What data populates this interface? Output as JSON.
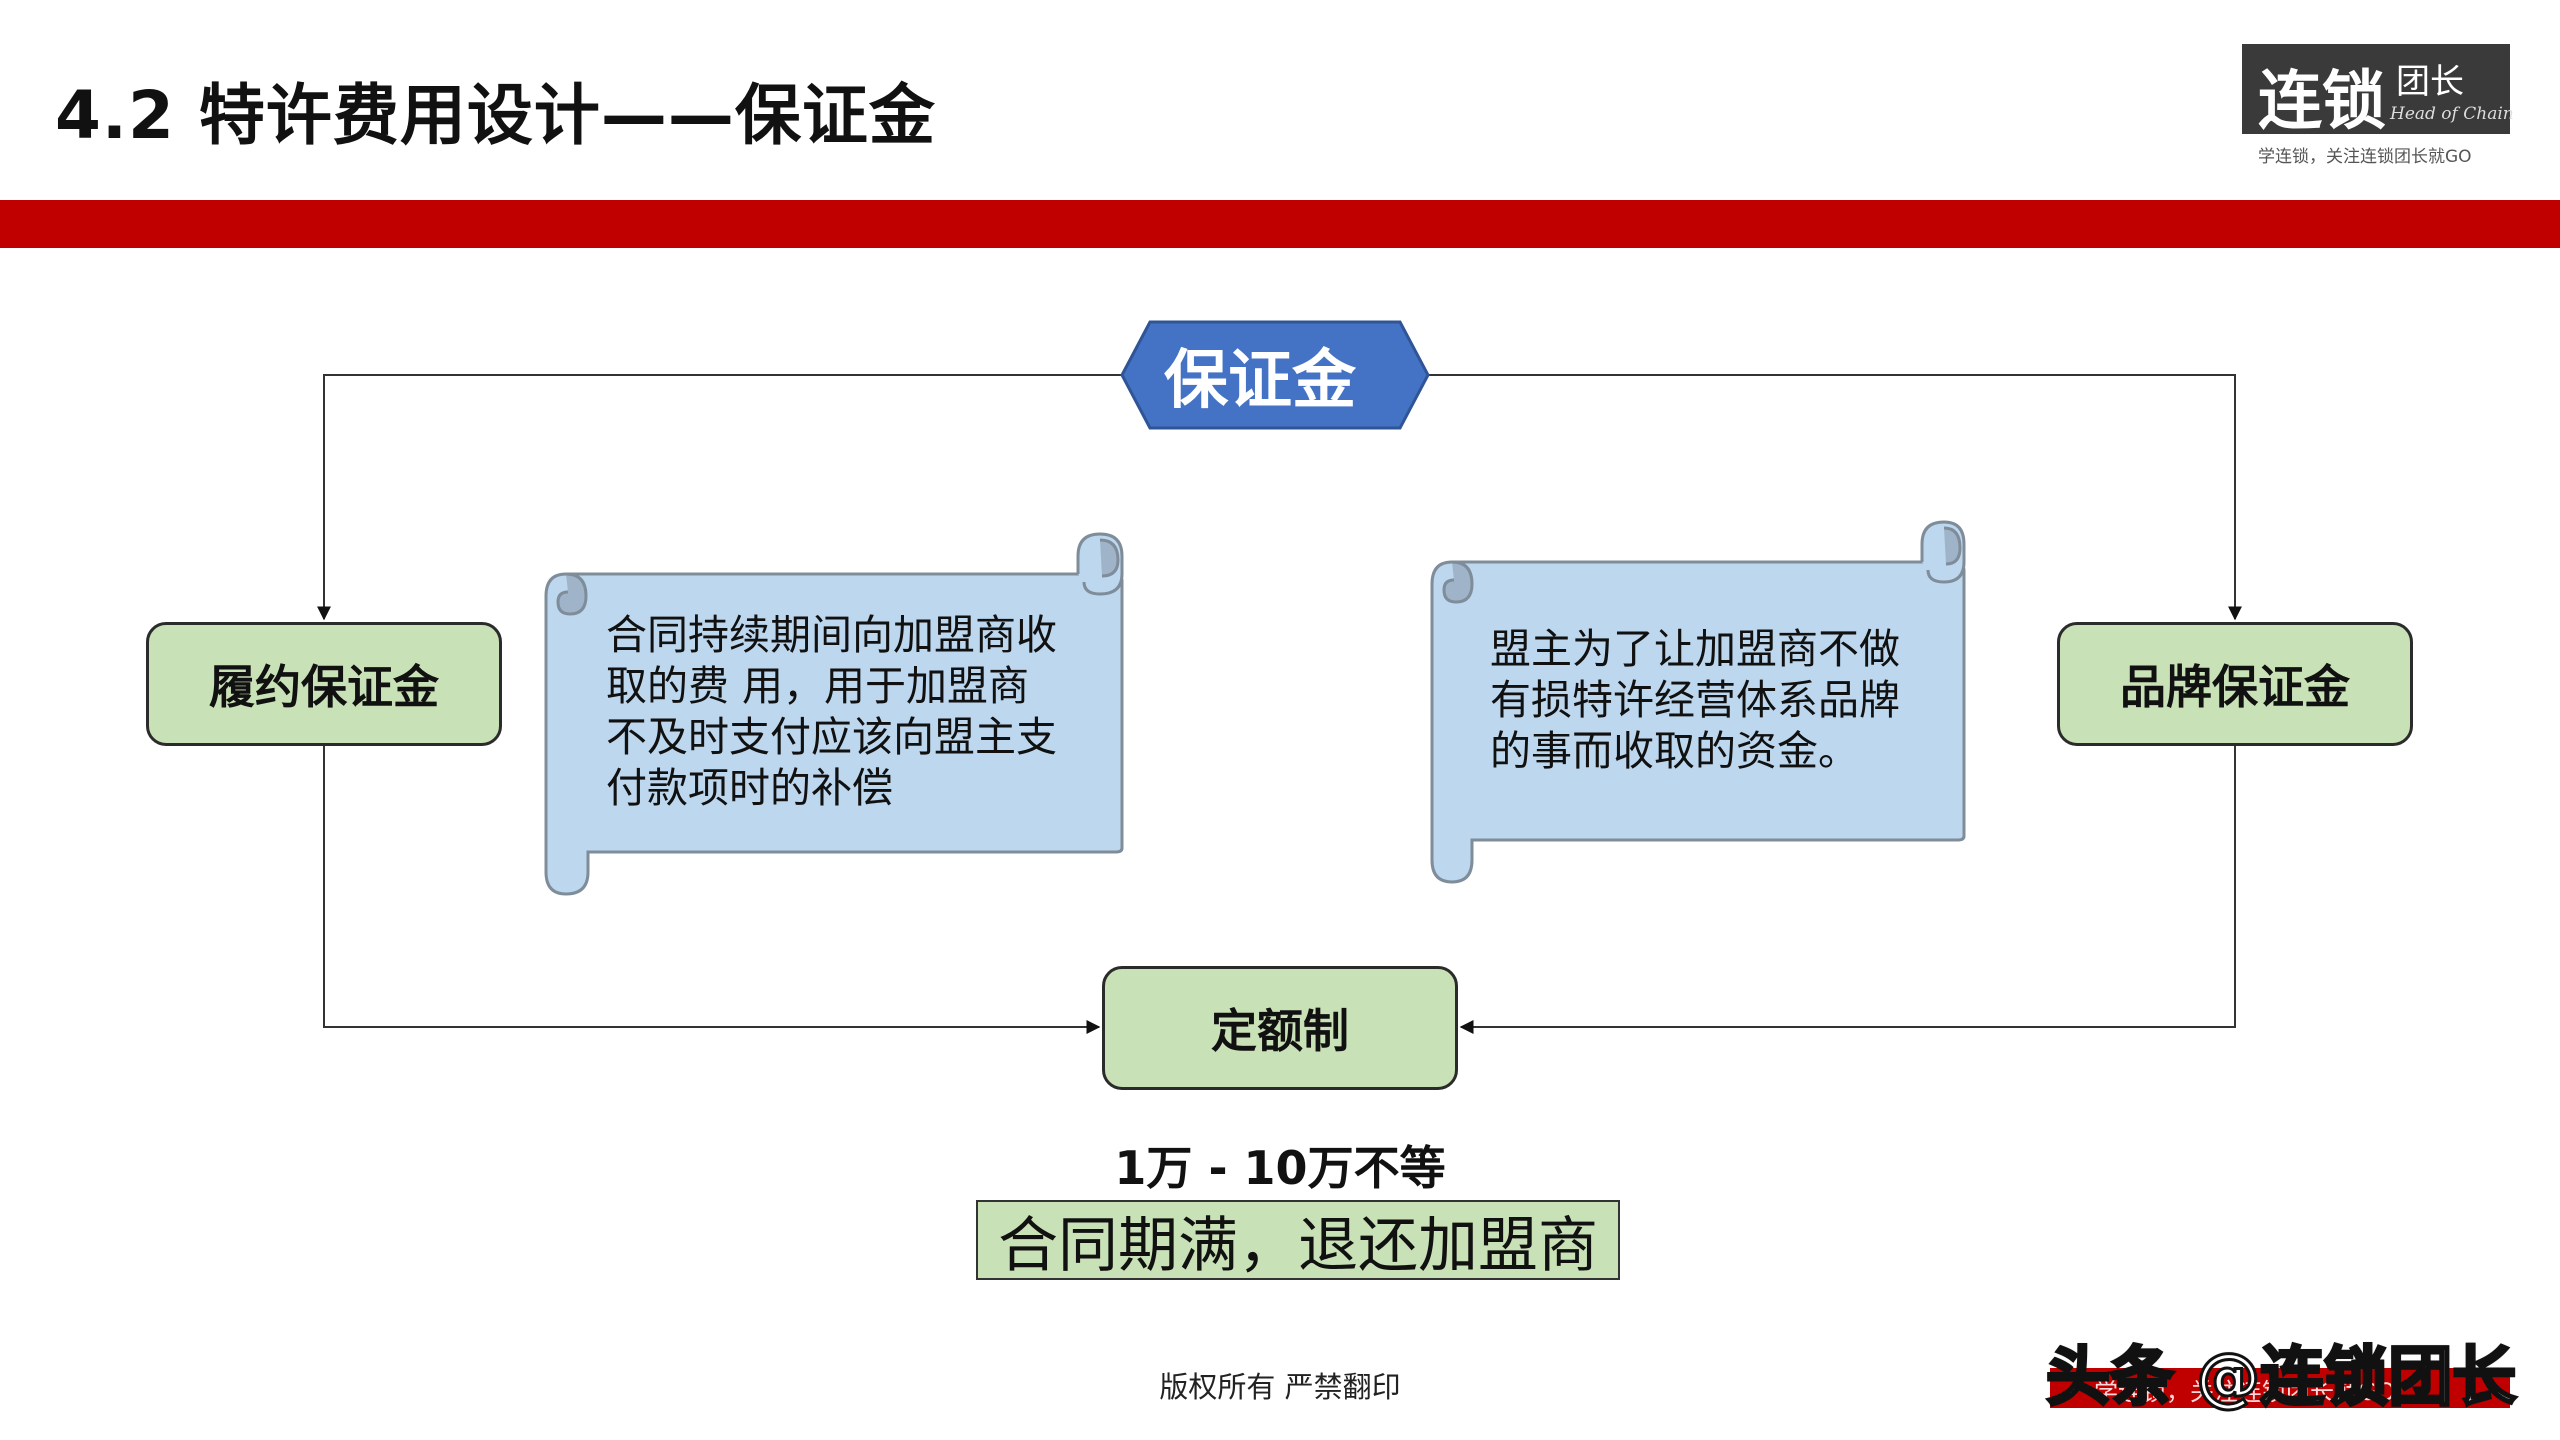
{
  "header": {
    "title": "4.2  特许费用设计——保证金",
    "logo_main": "连锁",
    "logo_sub": "团长",
    "logo_en": "Head of Chain",
    "logo_tagline": "学连锁，关注连锁团长就GO"
  },
  "diagram": {
    "center_label": "保证金",
    "left_node": "履约保证金",
    "right_node": "品牌保证金",
    "bottom_node": "定额制",
    "left_scroll": [
      "合同持续期间向加盟商收",
      "取的费  用，用于加盟商",
      "不及时支付应该向盟主支",
      "付款项时的补偿"
    ],
    "right_scroll": [
      "盟主为了让加盟商不做",
      "有损特许经营体系品牌",
      "的事而收取的资金。"
    ],
    "range": "1万 - 10万不等",
    "refund_note": "合同期满，退还加盟商"
  },
  "footer": {
    "copyright": "版权所有  严禁翻印",
    "watermark": "头条 @连锁团长",
    "watermark_bar": "学连锁，关注连锁团长就GO"
  },
  "colors": {
    "red_bar": "#c00000",
    "green_box": "#c9e1b6",
    "hexagon": "#4472c4",
    "scroll": "#bdd7ee"
  }
}
